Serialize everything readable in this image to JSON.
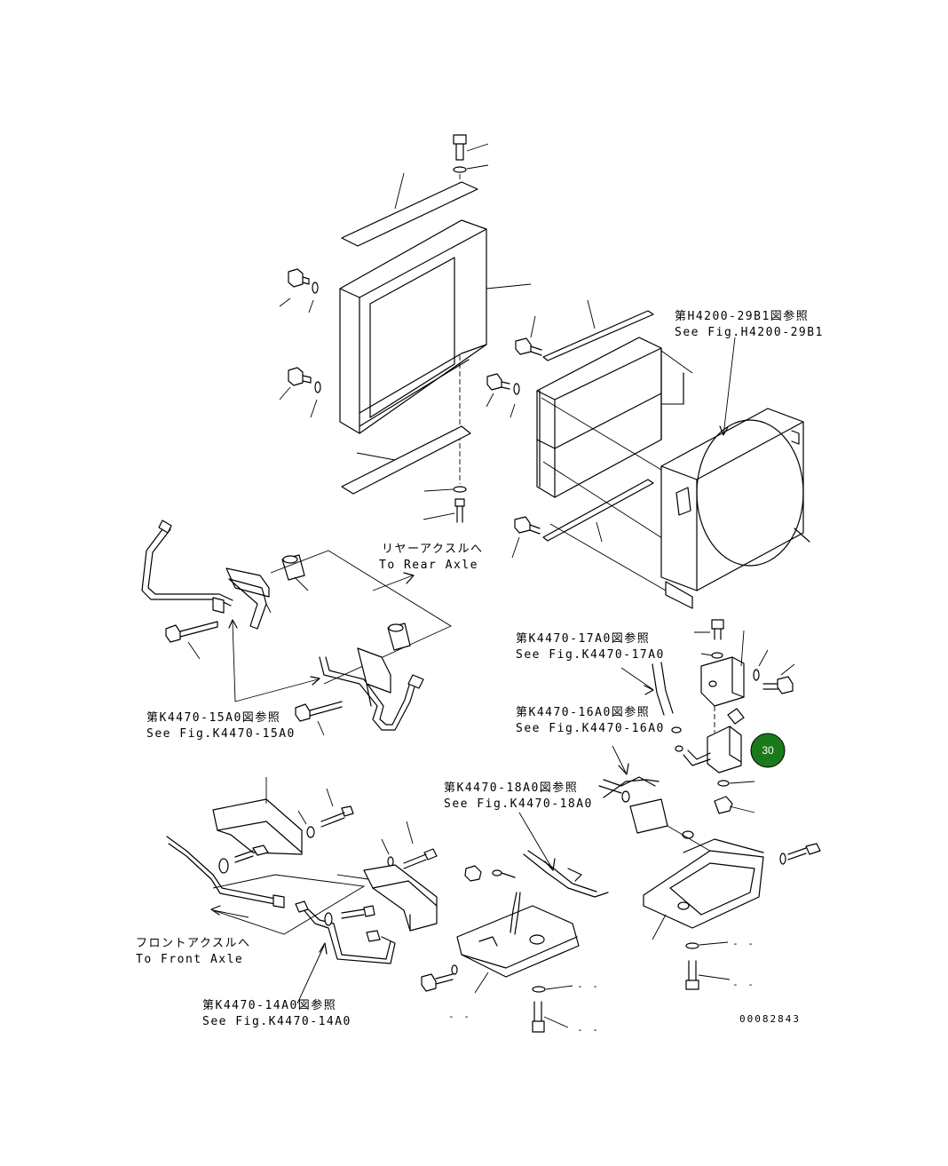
{
  "references": {
    "h4200_jp": "第H4200-29B1図参照",
    "h4200_en": "See Fig.H4200-29B1",
    "rear_axle_jp": "リヤーアクスルへ",
    "rear_axle_en": "To Rear Axle",
    "k4470_17_jp": "第K4470-17A0図参照",
    "k4470_17_en": "See Fig.K4470-17A0",
    "k4470_16_jp": "第K4470-16A0図参照",
    "k4470_16_en": "See Fig.K4470-16A0",
    "k4470_15_jp": "第K4470-15A0図参照",
    "k4470_15_en": "See Fig.K4470-15A0",
    "k4470_18_jp": "第K4470-18A0図参照",
    "k4470_18_en": "See Fig.K4470-18A0",
    "front_axle_jp": "フロントアクスルへ",
    "front_axle_en": "To Front Axle",
    "k4470_14_jp": "第K4470-14A0図参照",
    "k4470_14_en": "See Fig.K4470-14A0"
  },
  "callout": {
    "label": "30",
    "color": "#1a7a1a"
  },
  "drawing_number": "00082843",
  "dash_marks": "- -"
}
